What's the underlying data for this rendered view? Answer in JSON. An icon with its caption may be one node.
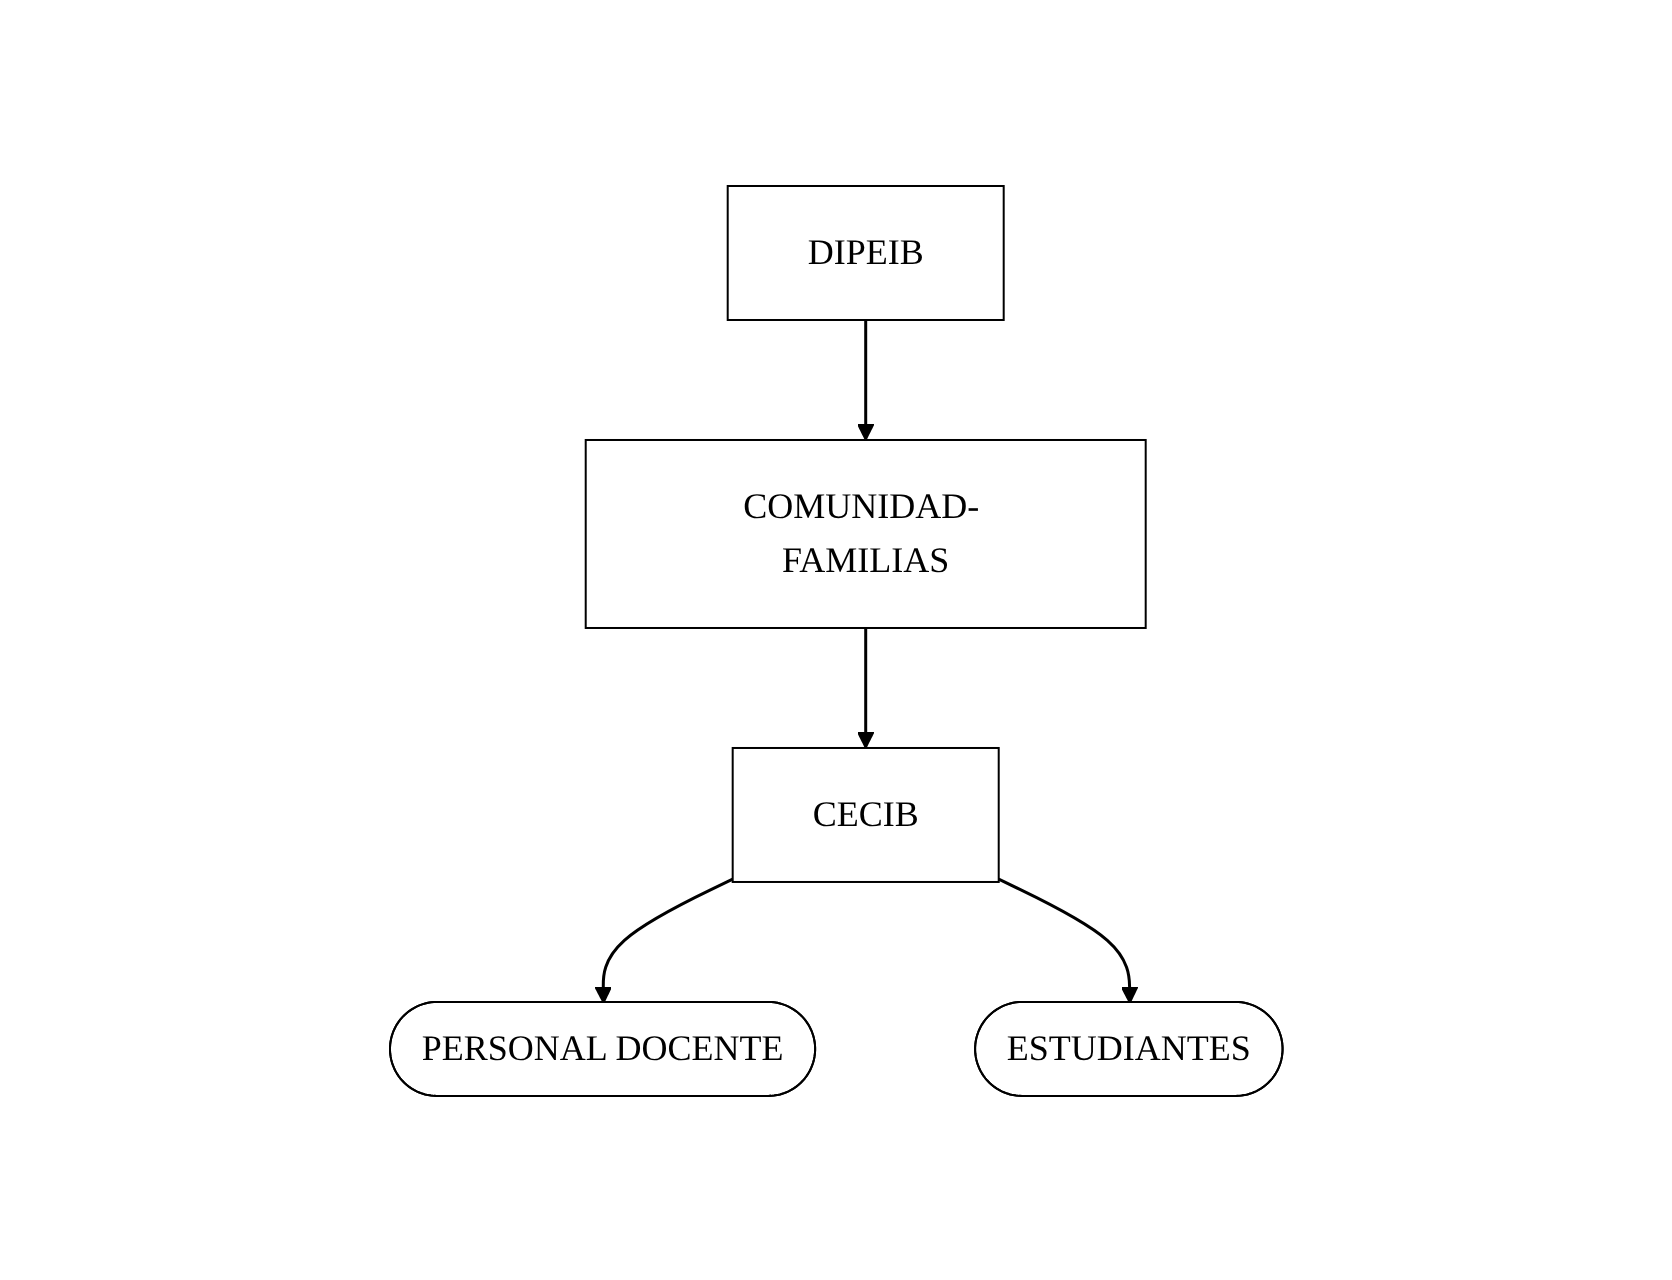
{
  "diagram": {
    "nodes": [
      {
        "text": [
          "DIPEIB"
        ]
      },
      {
        "text": [
          "COMUNIDAD- FAMILIAS"
        ]
      },
      {
        "text": [
          "CECIB"
        ]
      },
      {
        "text": [
          "PERSONAL DOCENTE"
        ]
      },
      {
        "text": [
          "ESTUDIANTES"
        ]
      }
    ],
    "edges": [
      {
        "from": 0,
        "to": 1,
        "arrow": "to"
      },
      {
        "from": 1,
        "to": 2,
        "arrow": "to"
      },
      {
        "from": 2,
        "to": 3,
        "arrow": "to"
      },
      {
        "from": 2,
        "to": 4,
        "arrow": "to"
      }
    ]
  }
}
